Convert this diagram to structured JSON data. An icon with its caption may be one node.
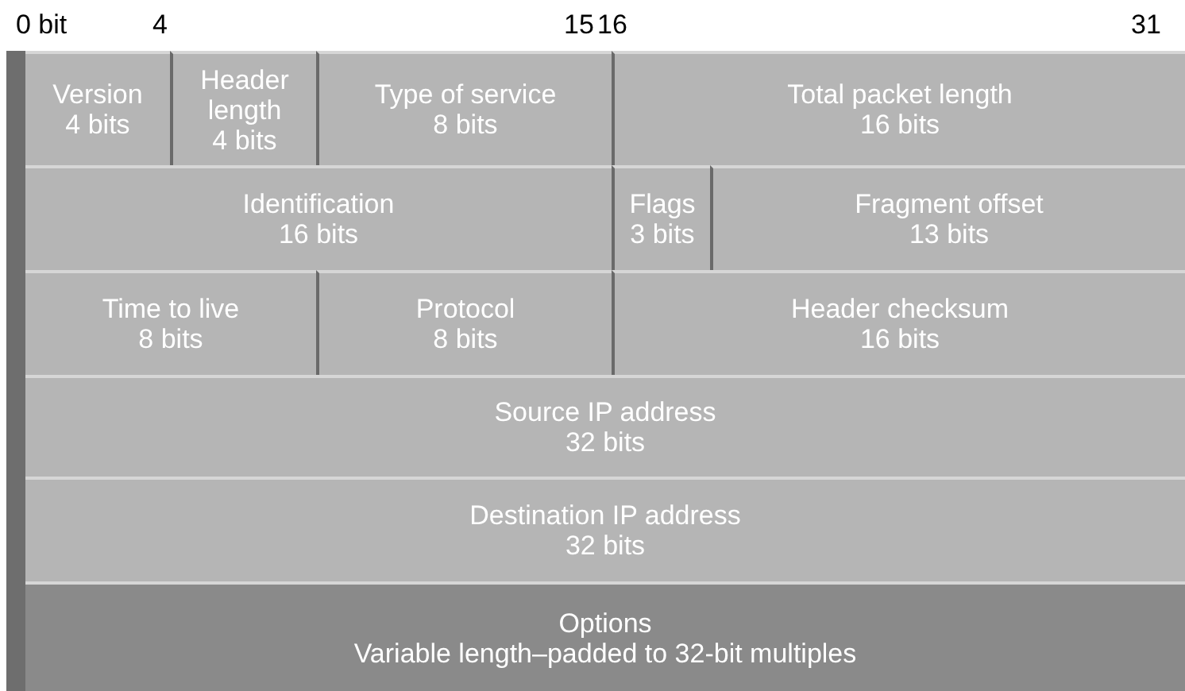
{
  "diagram": {
    "nodes": [
      {
        "text": [
          "Version",
          "4 bits"
        ]
      },
      {
        "text": [
          "Header length",
          "4 bits"
        ]
      },
      {
        "text": [
          "Type of service",
          "8 bits"
        ]
      },
      {
        "text": [
          "Total packet length",
          "16 bits"
        ]
      },
      {
        "text": [
          "Identification",
          "16 bits"
        ]
      },
      {
        "text": [
          "Flags",
          "3 bits"
        ]
      },
      {
        "text": [
          "Fragment offset",
          "13 bits"
        ]
      },
      {
        "text": [
          "Time to live",
          "8 bits"
        ]
      },
      {
        "text": [
          "Protocol",
          "8 bits"
        ]
      },
      {
        "text": [
          "Header checksum",
          "16 bits"
        ]
      },
      {
        "text": [
          "Source IP address",
          "32 bits"
        ]
      },
      {
        "text": [
          "Destination IP address",
          "32 bits"
        ]
      },
      {
        "text": [
          "Options",
          "Variable length–padded to 32-bit multiples"
        ]
      }
    ],
    "labels": [
      "0 bit",
      "4",
      "15",
      "16",
      "31"
    ]
  }
}
